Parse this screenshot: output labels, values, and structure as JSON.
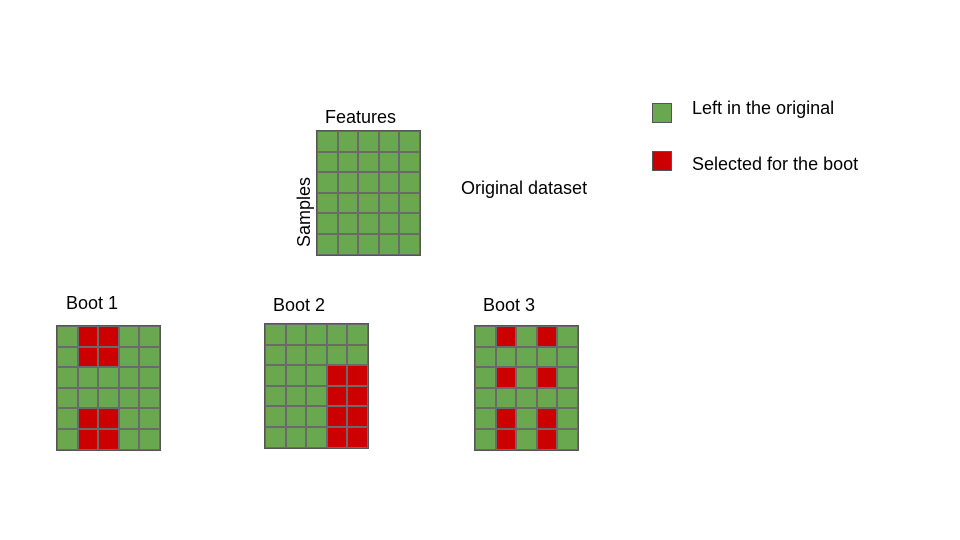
{
  "colors": {
    "green": "#6aa84f",
    "red": "#cc0000"
  },
  "legend": {
    "left_label": "Left in the original",
    "selected_label": "Selected for the boot"
  },
  "original": {
    "features_label": "Features",
    "samples_label": "Samples",
    "caption": "Original dataset",
    "cells": [
      [
        0,
        0,
        0,
        0,
        0
      ],
      [
        0,
        0,
        0,
        0,
        0
      ],
      [
        0,
        0,
        0,
        0,
        0
      ],
      [
        0,
        0,
        0,
        0,
        0
      ],
      [
        0,
        0,
        0,
        0,
        0
      ],
      [
        0,
        0,
        0,
        0,
        0
      ]
    ]
  },
  "boots": [
    {
      "label": "Boot 1",
      "cells": [
        [
          0,
          1,
          1,
          0,
          0
        ],
        [
          0,
          1,
          1,
          0,
          0
        ],
        [
          0,
          0,
          0,
          0,
          0
        ],
        [
          0,
          0,
          0,
          0,
          0
        ],
        [
          0,
          1,
          1,
          0,
          0
        ],
        [
          0,
          1,
          1,
          0,
          0
        ]
      ]
    },
    {
      "label": "Boot 2",
      "cells": [
        [
          0,
          0,
          0,
          0,
          0
        ],
        [
          0,
          0,
          0,
          0,
          0
        ],
        [
          0,
          0,
          0,
          1,
          1
        ],
        [
          0,
          0,
          0,
          1,
          1
        ],
        [
          0,
          0,
          0,
          1,
          1
        ],
        [
          0,
          0,
          0,
          1,
          1
        ]
      ]
    },
    {
      "label": "Boot 3",
      "cells": [
        [
          0,
          1,
          0,
          1,
          0
        ],
        [
          0,
          0,
          0,
          0,
          0
        ],
        [
          0,
          1,
          0,
          1,
          0
        ],
        [
          0,
          0,
          0,
          0,
          0
        ],
        [
          0,
          1,
          0,
          1,
          0
        ],
        [
          0,
          1,
          0,
          1,
          0
        ]
      ]
    }
  ]
}
